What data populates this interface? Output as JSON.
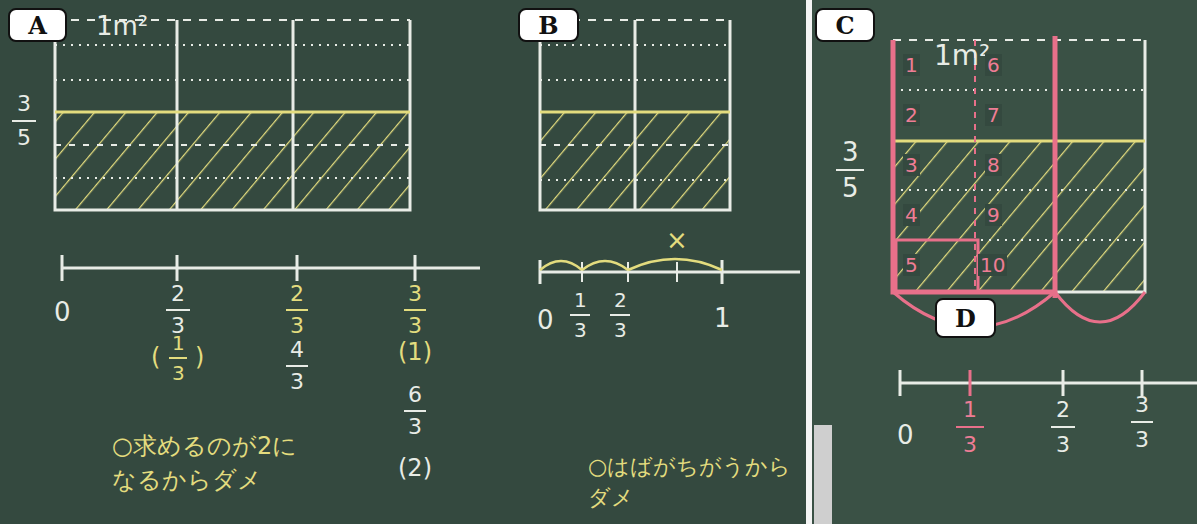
{
  "diagram": {
    "nodes": [
      {
        "text": [
          "A"
        ]
      },
      {
        "text": [
          "B"
        ]
      },
      {
        "text": [
          "C"
        ]
      },
      {
        "text": [
          "D"
        ]
      }
    ],
    "labels": [
      "1m²",
      "3",
      "5",
      "0",
      "2",
      "3",
      "(",
      "1",
      "3",
      ")",
      "2",
      "3",
      "4",
      "3",
      "3",
      "3",
      "(1)",
      "6",
      "3",
      "(2)",
      "○求めるのが2に なるからダメ",
      "0",
      "1",
      "3",
      "2",
      "3",
      "1",
      "×",
      "○はばがちがうから ダメ",
      "1m²",
      "3",
      "5",
      "1",
      "2",
      "3",
      "4",
      "5",
      "6",
      "7",
      "8",
      "9",
      "10",
      "0",
      "1",
      "3",
      "2",
      "3",
      "3",
      "3"
    ]
  }
}
